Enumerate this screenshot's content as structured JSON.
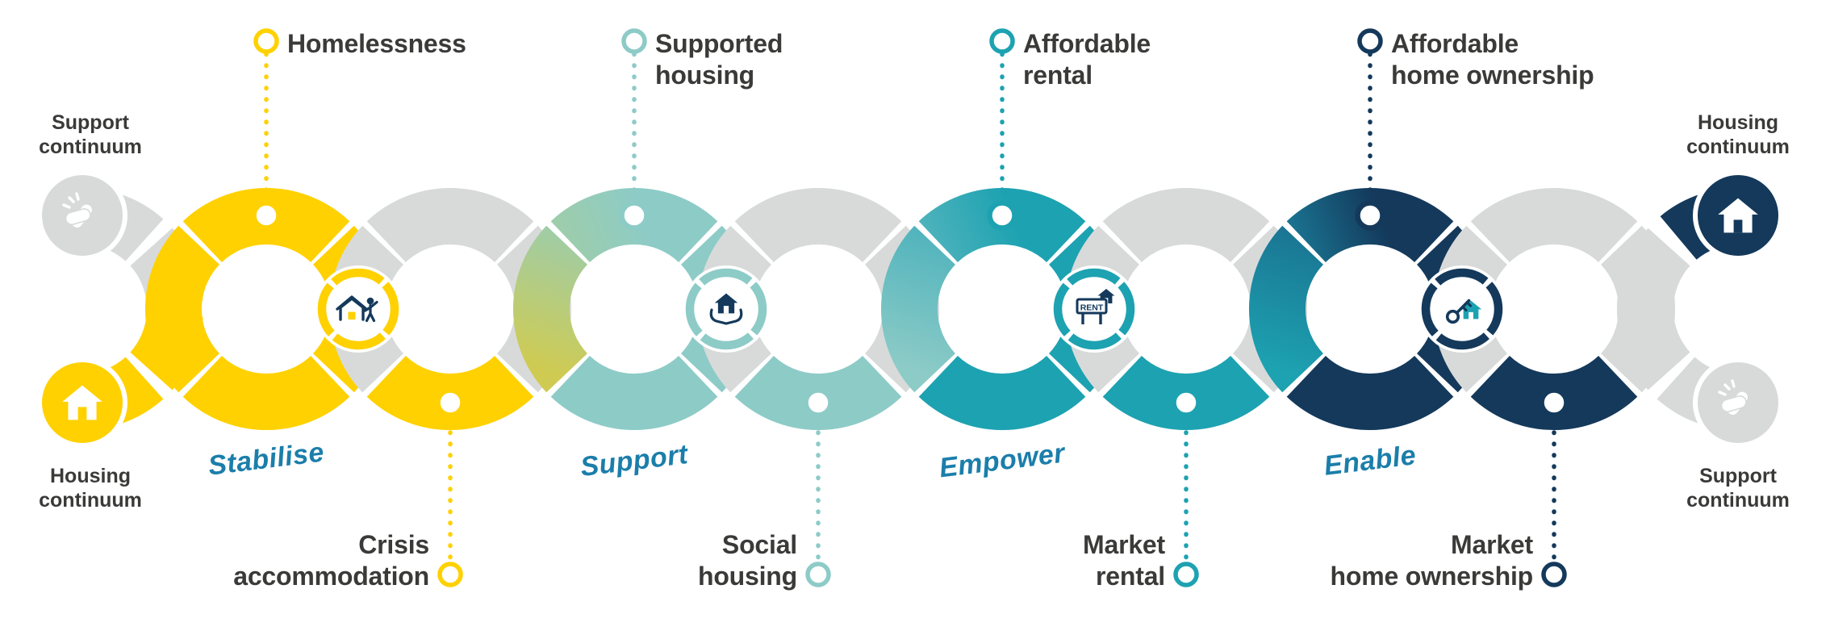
{
  "colors": {
    "yellow": "#FFD100",
    "light_teal": "#8DCBC7",
    "teal": "#1DA2B1",
    "navy": "#14395B",
    "gray": "#D8DADA",
    "text_dark": "#3A3A39",
    "stage_label": "#1B7EAA",
    "grad_yellow_green": "#CFCB52",
    "grad_green": "#9ECDA9",
    "grad_mid_teal": "#4FB3BC",
    "grad_deep_teal": "#1A7492",
    "white": "#FFFFFF"
  },
  "ends": {
    "top_left": {
      "label": "Support\ncontinuum",
      "icon": "clapping-hands-icon",
      "color_key": "gray"
    },
    "bottom_left": {
      "label": "Housing\ncontinuum",
      "icon": "house-icon",
      "color_key": "yellow"
    },
    "top_right": {
      "label": "Housing\ncontinuum",
      "icon": "house-icon",
      "color_key": "navy"
    },
    "bottom_right": {
      "label": "Support\ncontinuum",
      "icon": "clapping-hands-icon",
      "color_key": "gray"
    }
  },
  "stages": [
    {
      "name": "Stabilise",
      "color_key": "yellow",
      "top_label": "Homelessness",
      "bottom_label": "Crisis\naccommodation",
      "badge_icon": "house-person-icon"
    },
    {
      "name": "Support",
      "color_key": "light_teal",
      "top_label": "Supported\nhousing",
      "bottom_label": "Social\nhousing",
      "badge_icon": "hands-house-icon"
    },
    {
      "name": "Empower",
      "color_key": "teal",
      "top_label": "Affordable\nrental",
      "bottom_label": "Market\nrental",
      "badge_icon": "rent-sign-icon"
    },
    {
      "name": "Enable",
      "color_key": "navy",
      "top_label": "Affordable\nhome ownership",
      "bottom_label": "Market\nhome ownership",
      "badge_icon": "key-house-icon"
    }
  ]
}
